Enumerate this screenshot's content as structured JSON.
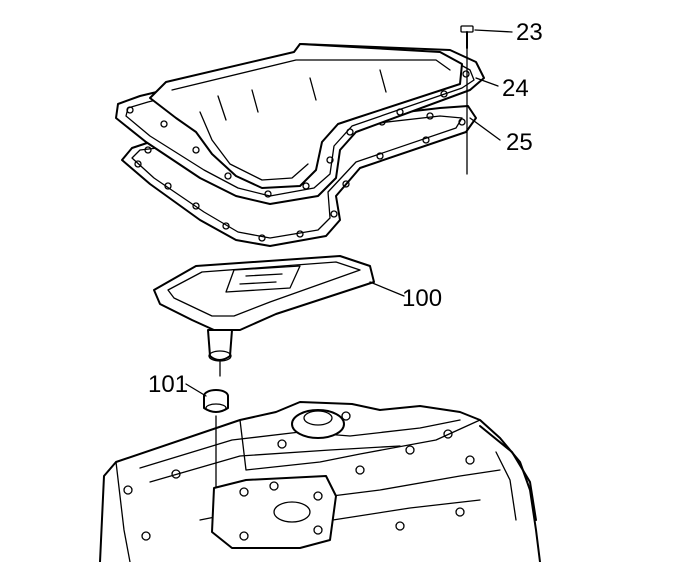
{
  "diagram": {
    "colors": {
      "line": "#000000",
      "background": "#ffffff"
    },
    "callouts": {
      "bolt": "23",
      "pan": "24",
      "gasket": "25",
      "filter": "100",
      "seal": "101"
    }
  }
}
